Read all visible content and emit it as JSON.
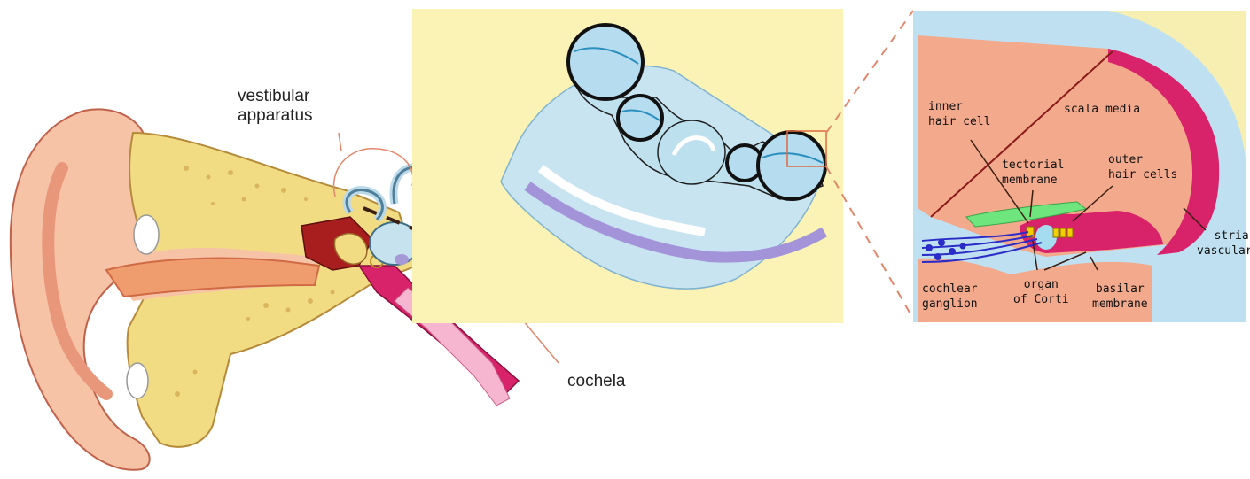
{
  "labels": {
    "vestibular_line1": "vestibular",
    "vestibular_line2": "apparatus",
    "cochela": "cochela",
    "inner_hair_cell_line1": "inner",
    "inner_hair_cell_line2": "hair cell",
    "scala_media": "scala media",
    "tectorial_line1": "tectorial",
    "tectorial_line2": "membrane",
    "outer_line1": "outer",
    "outer_line2": "hair cells",
    "stria_line1": "stria",
    "stria_line2": "vascularis",
    "cochlear_line1": "cochlear",
    "cochlear_line2": "ganglion",
    "organ_line1": "organ",
    "organ_line2": "of Corti",
    "basilar_line1": "basilar",
    "basilar_line2": "membrane"
  },
  "colors": {
    "panel_bg": "#fbf3b5",
    "detail_bg": "#f7efb2",
    "bone": "#f2dc83",
    "skin": "#f6c3a6",
    "skin_dark": "#e9977b",
    "canal": "#ef9c6e",
    "cochlea": "#bfe1ee",
    "cochlea_edge": "#5aaecd",
    "magenta": "#d8226a",
    "salmon": "#f3a98c",
    "green": "#6fe57d",
    "nerve": "#2b2cc7",
    "pointer": "#e2876a"
  }
}
